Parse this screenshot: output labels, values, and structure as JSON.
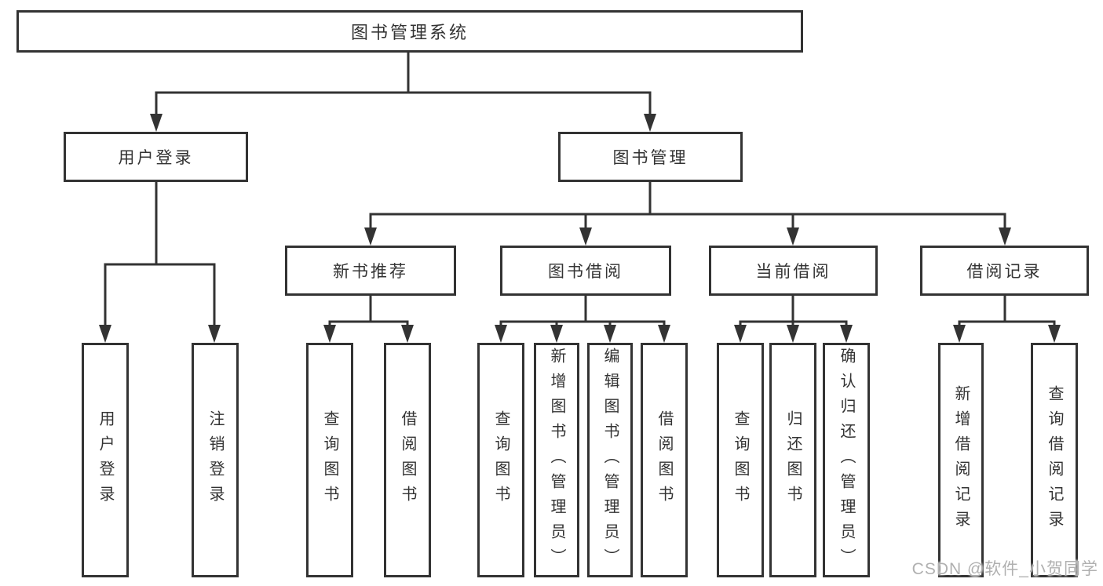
{
  "colors": {
    "line": "#333333",
    "text": "#333333",
    "box_background": "#ffffff",
    "watermark": "#b0b0b0"
  },
  "tree": {
    "root": {
      "label": "图书管理系统"
    },
    "branches": [
      {
        "label": "用户登录",
        "children": [
          {
            "label": "用户登录"
          },
          {
            "label": "注销登录"
          }
        ]
      },
      {
        "label": "图书管理",
        "children": [
          {
            "label": "新书推荐",
            "children": [
              {
                "label": "查询图书"
              },
              {
                "label": "借阅图书"
              }
            ]
          },
          {
            "label": "图书借阅",
            "children": [
              {
                "label": "查询图书"
              },
              {
                "label": "新增图书（管理员）"
              },
              {
                "label": "编辑图书（管理员）"
              },
              {
                "label": "借阅图书"
              }
            ]
          },
          {
            "label": "当前借阅",
            "children": [
              {
                "label": "查询图书"
              },
              {
                "label": "归还图书"
              },
              {
                "label": "确认归还（管理员）"
              }
            ]
          },
          {
            "label": "借阅记录",
            "children": [
              {
                "label": "新增借阅记录"
              },
              {
                "label": "查询借阅记录"
              }
            ]
          }
        ]
      }
    ]
  },
  "watermark": "CSDN @软件_小贺同学"
}
